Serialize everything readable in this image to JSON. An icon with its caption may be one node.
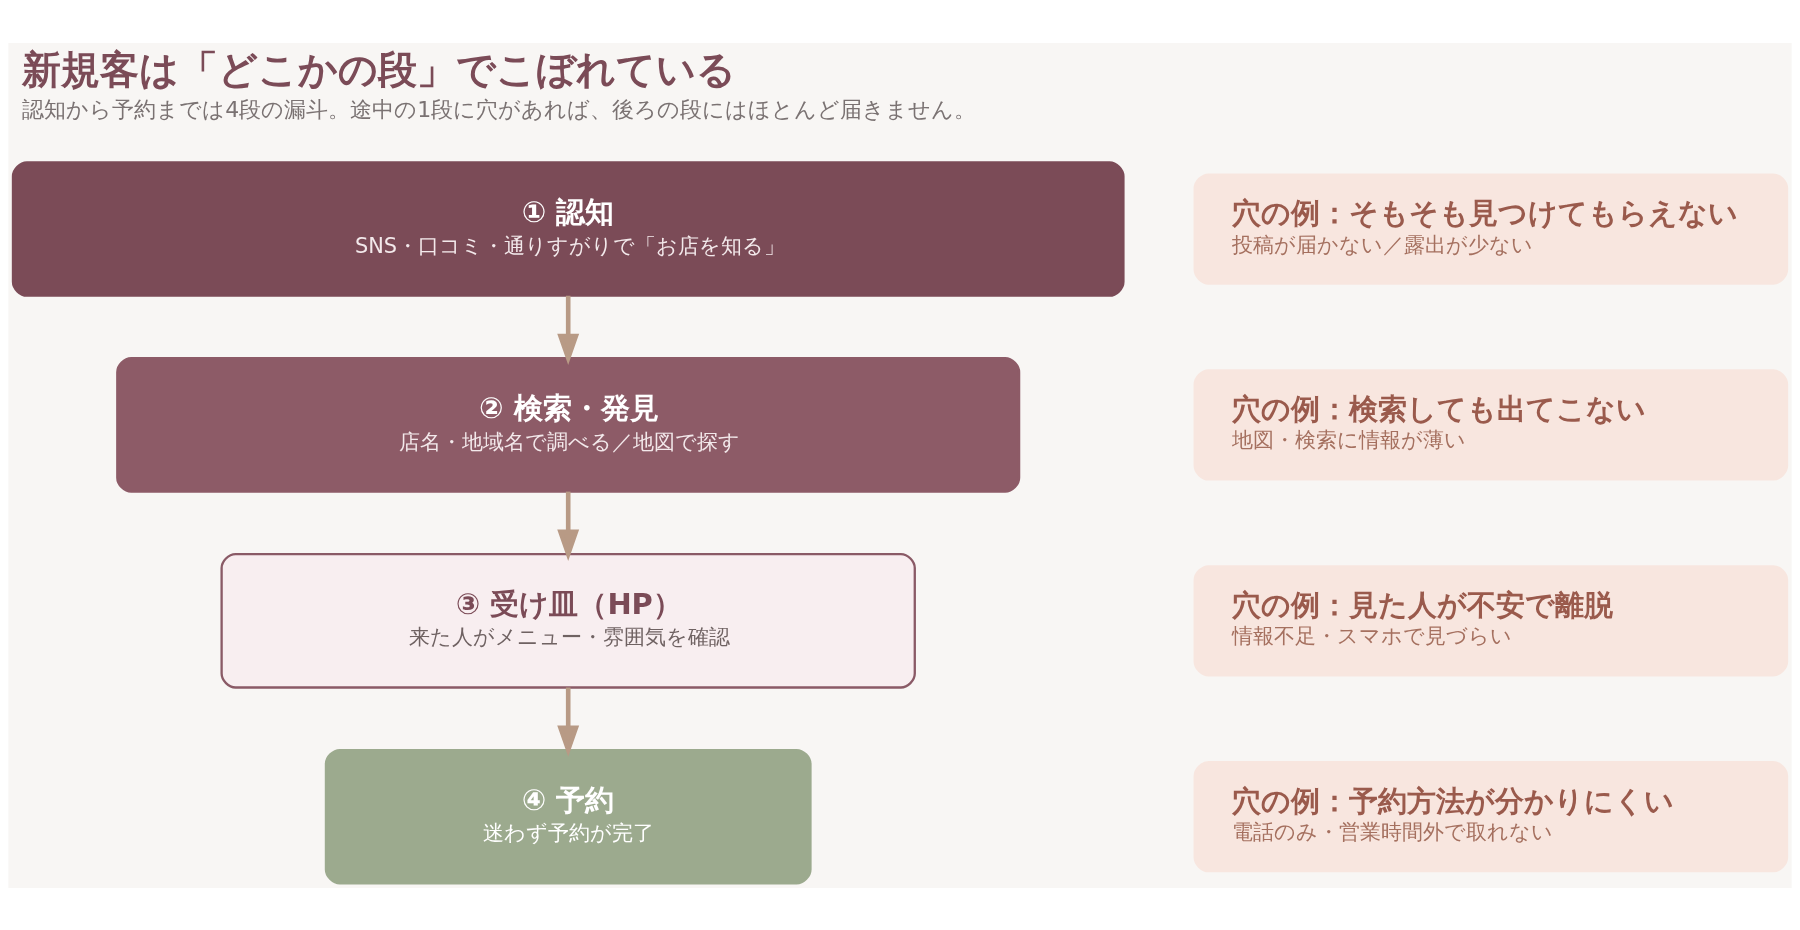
{
  "diagram": {
    "title": "新規客は「どこかの段」でこぼれている",
    "caption": "認知から予約までは4段の漏斗。途中の1段に穴があれば、後ろの段にはほとんど届きません。",
    "nodes": [
      {
        "text": [
          "① 認知",
          "SNS・口コミ・通りすがりで「お店を知る」"
        ]
      },
      {
        "text": [
          "② 検索・発見",
          "店名・地域名で調べる／地図で探す"
        ]
      },
      {
        "text": [
          "③ 受け皿（HP）",
          "来た人がメニュー・雰囲気を確認"
        ]
      },
      {
        "text": [
          "④ 予約",
          "迷わず予約が完了"
        ]
      },
      {
        "text": [
          "穴の例：そもそも見つけてもらえない",
          "投稿が届かない／露出が少ない"
        ]
      },
      {
        "text": [
          "穴の例：検索しても出てこない",
          "地図・検索に情報が薄い"
        ]
      },
      {
        "text": [
          "穴の例：見た人が不安で離脱",
          "情報不足・スマホで見づらい"
        ]
      },
      {
        "text": [
          "穴の例：予約方法が分かりにくい",
          "電話のみ・営業時間外で取れない"
        ]
      }
    ],
    "edges": [
      {
        "from": 0,
        "to": 1,
        "arrow": "to"
      },
      {
        "from": 1,
        "to": 2,
        "arrow": "to"
      },
      {
        "from": 2,
        "to": 3,
        "arrow": "to"
      }
    ]
  }
}
